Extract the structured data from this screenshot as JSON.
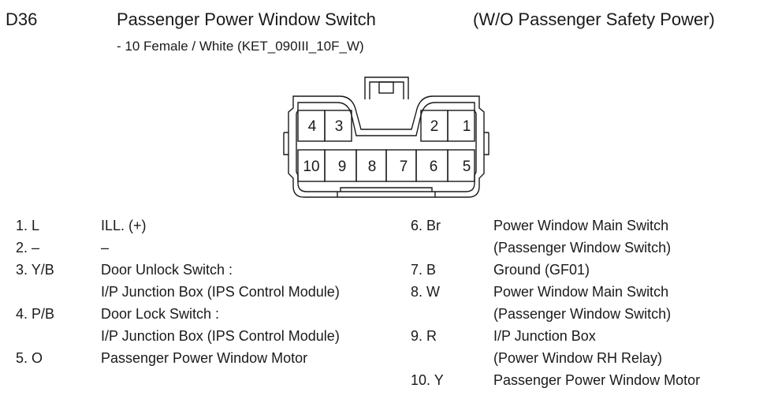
{
  "header": {
    "code": "D36",
    "title": "Passenger Power Window Switch",
    "note": "(W/O Passenger Safety Power)",
    "subtitle": "- 10 Female / White (KET_090III_10F_W)"
  },
  "connector": {
    "cavities": [
      "4",
      "3",
      "2",
      "1",
      "10",
      "9",
      "8",
      "7",
      "6",
      "5"
    ]
  },
  "pins_left": [
    {
      "pin": "1. L",
      "desc": "ILL. (+)"
    },
    {
      "pin": "2. –",
      "desc": "–"
    },
    {
      "pin": "3. Y/B",
      "desc": "Door Unlock Switch :"
    },
    {
      "pin": "",
      "desc": "I/P Junction Box (IPS Control Module)"
    },
    {
      "pin": "4. P/B",
      "desc": "Door Lock Switch :"
    },
    {
      "pin": "",
      "desc": "I/P Junction Box (IPS Control Module)"
    },
    {
      "pin": "5. O",
      "desc": "Passenger Power Window Motor"
    }
  ],
  "pins_right": [
    {
      "pin": "6. Br",
      "desc": "Power Window Main Switch"
    },
    {
      "pin": "",
      "desc": "(Passenger Window Switch)"
    },
    {
      "pin": "7. B",
      "desc": "Ground (GF01)"
    },
    {
      "pin": "8. W",
      "desc": "Power Window Main Switch"
    },
    {
      "pin": "",
      "desc": "(Passenger Window Switch)"
    },
    {
      "pin": "9. R",
      "desc": "I/P Junction Box"
    },
    {
      "pin": "",
      "desc": "(Power Window RH Relay)"
    },
    {
      "pin": "10. Y",
      "desc": "Passenger Power Window Motor"
    }
  ]
}
